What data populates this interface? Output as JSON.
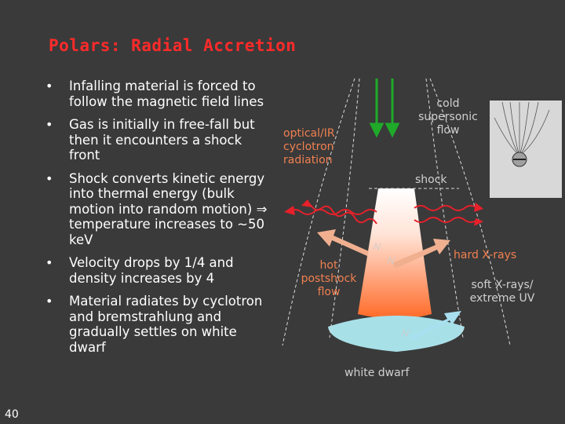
{
  "slide": {
    "title": "Polars: Radial Accretion",
    "number": "40"
  },
  "bullets": [
    "Infalling material is forced to follow the magnetic field lines",
    "Gas is initially in free-fall but then it encounters a shock front",
    "Shock converts kinetic energy into thermal energy (bulk motion into random motion) ⇒ temperature increases to ∼50 keV",
    "Velocity drops by 1/4 and density increases by 4",
    "Material radiates by cyclotron and bremstrahlung and gradually settles on white dwarf"
  ],
  "diagram": {
    "labels": {
      "cold_flow_1": "cold",
      "cold_flow_2": "supersonic",
      "cold_flow_3": "flow",
      "optical_1": "optical/IR",
      "optical_2": "cyclotron",
      "optical_3": "radiation",
      "shock": "shock",
      "hard_xrays": "hard X-rays",
      "hot_1": "hot",
      "hot_2": "postshock",
      "hot_3": "flow",
      "soft_1": "soft X-rays/",
      "soft_2": "extreme UV",
      "white_dwarf": "white dwarf"
    },
    "colors": {
      "background": "#3a3a3a",
      "title": "#ff2a2a",
      "infall_arrows": "#1faa2a",
      "cyclotron_wave": "#e8202a",
      "hard_xray_arrow": "#f0b090",
      "soft_xray_arrow": "#a8e0f0",
      "white_dwarf": "#a8e0e8",
      "column_top": "#ffffff",
      "column_bottom": "#ff7030"
    }
  }
}
